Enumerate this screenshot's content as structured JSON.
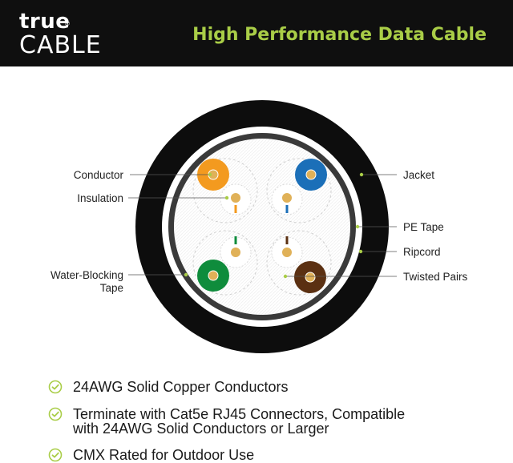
{
  "header": {
    "logo_top": "true",
    "logo_reg": "®",
    "logo_bottom": "CABLE",
    "title": "High Performance Data Cable"
  },
  "diagram": {
    "labels": {
      "conductor": "Conductor",
      "insulation": "Insulation",
      "water_blocking_1": "Water-Blocking",
      "water_blocking_2": "Tape",
      "jacket": "Jacket",
      "pe_tape": "PE Tape",
      "ripcord": "Ripcord",
      "twisted_pairs": "Twisted Pairs"
    },
    "colors": {
      "jacket": "#0d0d0d",
      "pe_tape": "#ffffff",
      "water_blocking_tape": "#3a3a3a",
      "orange_pair": "#f39a1f",
      "blue_pair": "#1b6fb8",
      "green_pair": "#0f8c3c",
      "brown_pair": "#5b3012",
      "copper": "#e0b158",
      "leader_dot": "#a9cd47"
    }
  },
  "features": [
    "24AWG Solid Copper Conductors",
    "Terminate with Cat5e RJ45 Connectors, Compatible",
    "with 24AWG Solid Conductors or Larger",
    "CMX Rated for Outdoor Use"
  ],
  "colors": {
    "accent": "#a9cd47",
    "header_bg": "#0f0f0f"
  }
}
